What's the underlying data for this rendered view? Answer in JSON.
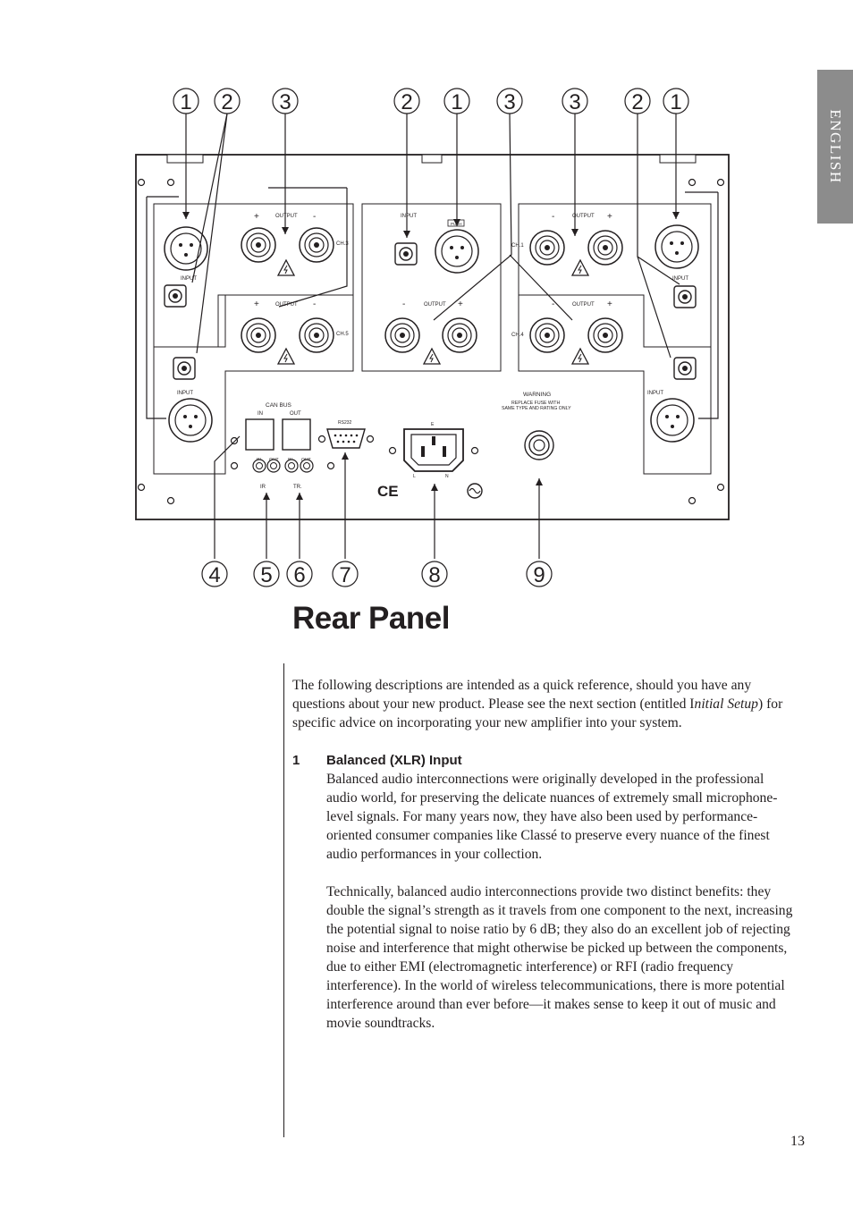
{
  "sidebar": {
    "language_tab": "ENGLISH"
  },
  "diagram": {
    "callouts_top": [
      "1",
      "2",
      "3",
      "2",
      "1",
      "3",
      "3",
      "2",
      "1"
    ],
    "callouts_bottom": [
      "4",
      "5",
      "6",
      "7",
      "8",
      "9"
    ],
    "labels": {
      "input": "INPUT",
      "output": "OUTPUT",
      "ch3": "CH.3",
      "ch5": "CH.5",
      "ch1": "CH.1",
      "ch4": "CH.4",
      "plus": "+",
      "minus": "-",
      "push": "PUSH",
      "can_bus": "CAN BUS",
      "in": "IN",
      "out": "OUT",
      "rs232": "RS232",
      "ir": "IR",
      "tr": "TR.",
      "warning": "WARNING",
      "fuse_line1": "REPLACE FUSE WITH",
      "fuse_line2": "SAME TYPE AND RATING ONLY",
      "ce_mark": "CE",
      "earth": "E",
      "line": "L",
      "neutral": "N"
    }
  },
  "page": {
    "title": "Rear Panel",
    "intro_before_italic": "The following descriptions are intended as a quick reference, should you have any questions about your new product. Please see the next section (entitled I",
    "intro_italic": "nitial Setup",
    "intro_after_italic": ") for specific advice on incorporating your new amplifier into your system.",
    "item_number": "1",
    "item_title": "Balanced (XLR) Input",
    "paragraph_1": "Balanced audio interconnections were originally developed in the professional audio world, for preserving the delicate nuances of extremely small microphone-level signals. For many years now, they have also been used by performance-oriented consumer companies like Classé to preserve every nuance of the finest audio performances in your collection.",
    "paragraph_2": "Technically, balanced audio interconnections provide two distinct benefits: they double the signal’s strength as it travels from one component to the next, increasing the potential signal to noise ratio by 6 dB; they also do an excellent job of rejecting noise and interference that might otherwise be picked up between the components, due to either EMI (electromagnetic interference) or RFI (radio frequency interference). In the world of wireless telecommunications, there is more potential interference around than ever before—it makes sense to keep it out of music and movie soundtracks.",
    "page_number": "13"
  }
}
